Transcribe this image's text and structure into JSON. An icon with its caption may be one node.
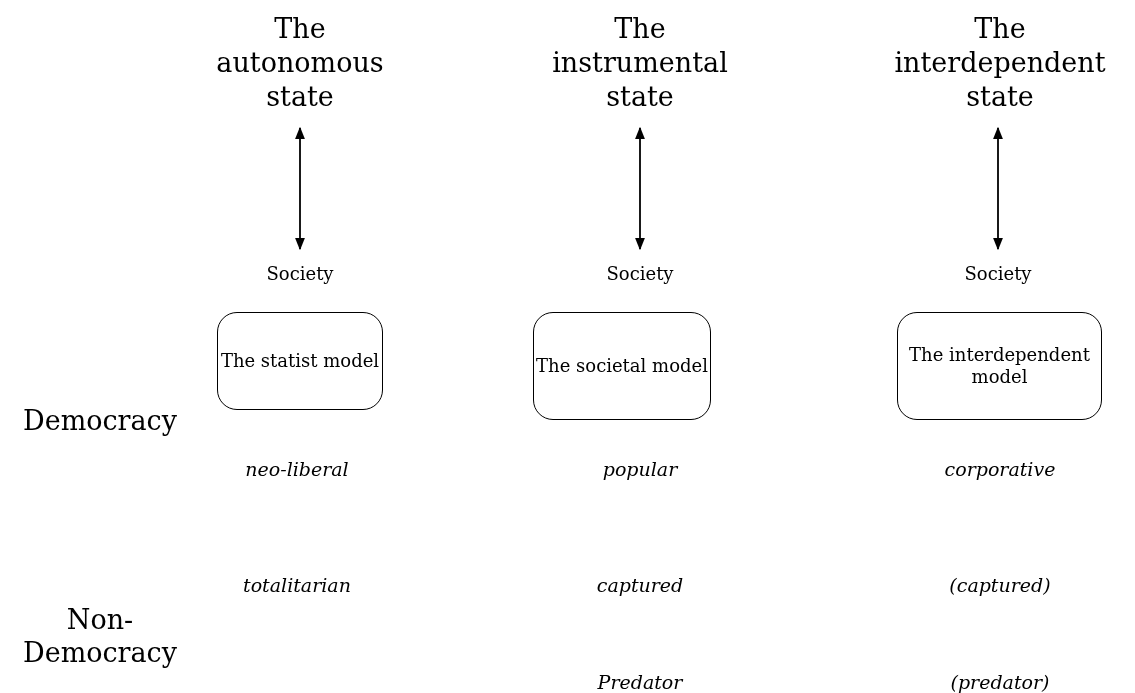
{
  "diagram": {
    "nodes": [
      {
        "text": [
          "The autonomous state"
        ]
      },
      {
        "text": [
          "The instrumental state"
        ]
      },
      {
        "text": [
          "The interdependent state"
        ]
      },
      {
        "text": [
          "Society"
        ]
      },
      {
        "text": [
          "Society"
        ]
      },
      {
        "text": [
          "Society"
        ]
      },
      {
        "text": [
          "The statist model"
        ]
      },
      {
        "text": [
          "The societal model"
        ]
      },
      {
        "text": [
          "The interdependent model"
        ]
      }
    ],
    "edges": [
      {
        "from": 0,
        "to": 3,
        "arrow": "both"
      },
      {
        "from": 1,
        "to": 4,
        "arrow": "both"
      },
      {
        "from": 2,
        "to": 5,
        "arrow": "both"
      }
    ],
    "labels": [
      "Democracy",
      "neo-liberal",
      "popular",
      "corporative",
      "Non-Democracy",
      "totalitarian",
      "captured",
      "(captured)",
      "Predator",
      "(predator)"
    ]
  }
}
